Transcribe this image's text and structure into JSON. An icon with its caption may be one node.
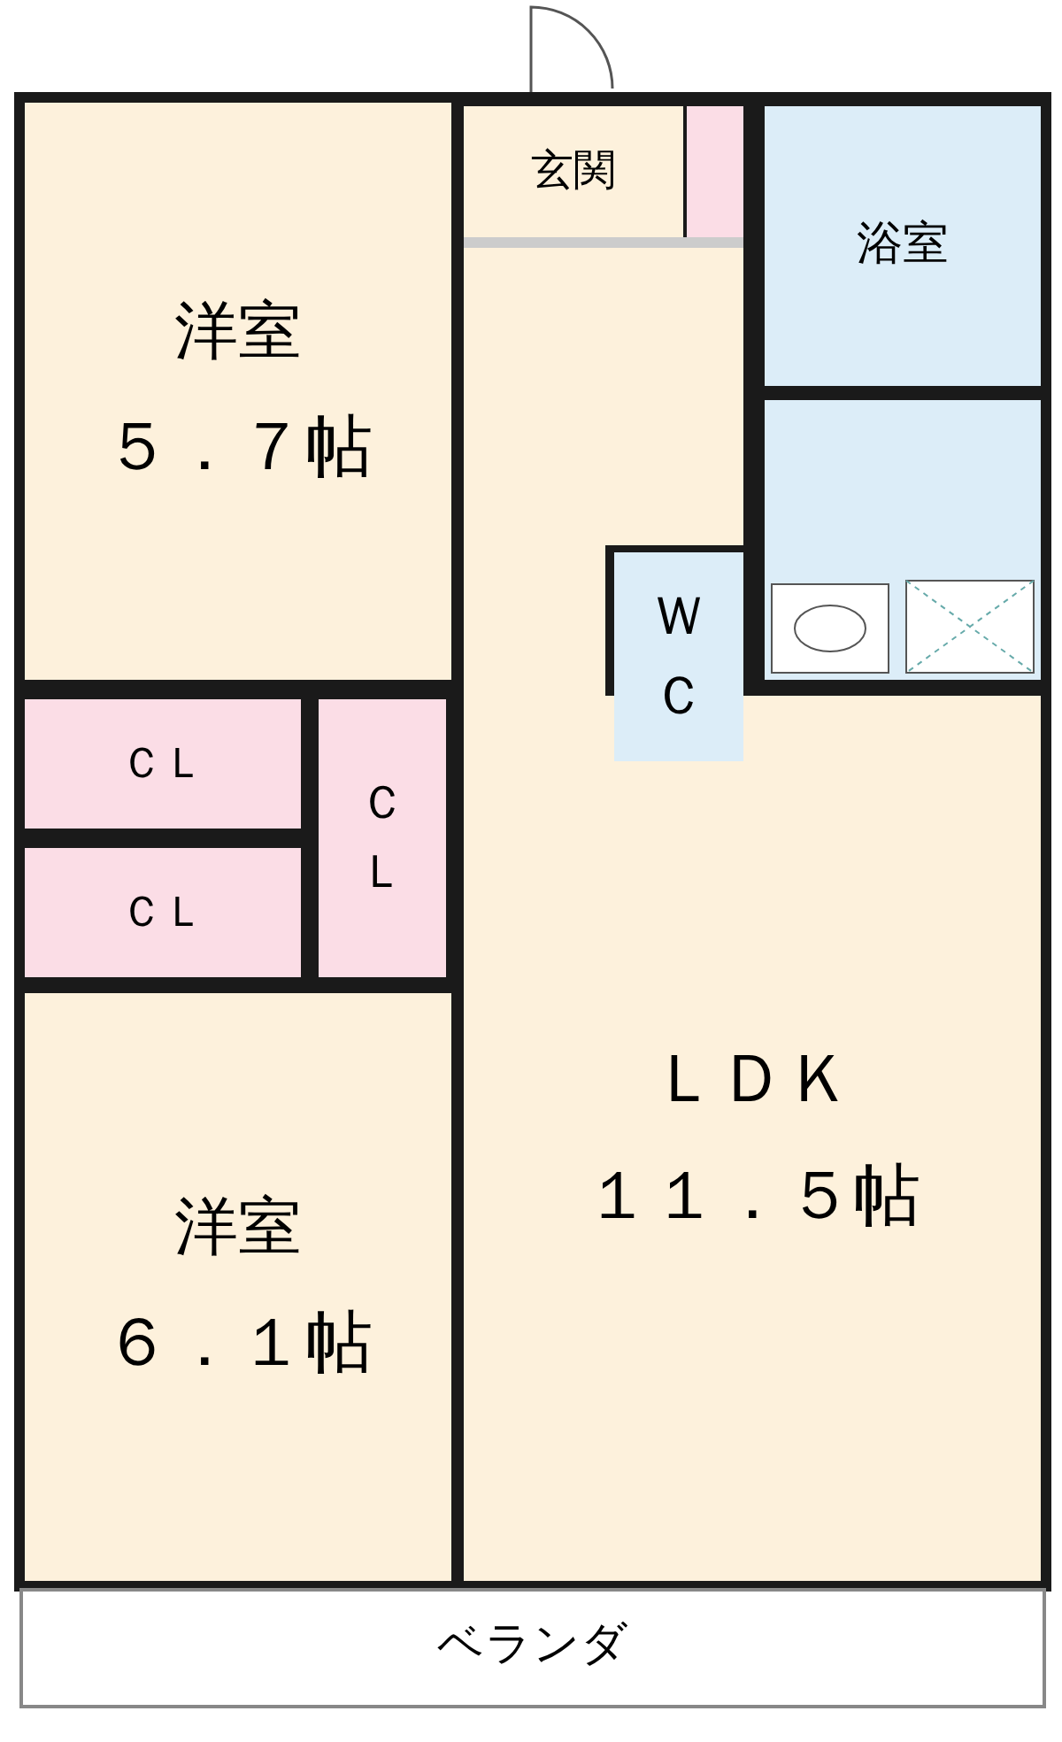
{
  "diagram": {
    "nodes": [
      {
        "text": [
          "洋室",
          "５．７帖"
        ]
      },
      {
        "text": [
          "玄関"
        ]
      },
      {
        "text": [
          "浴室"
        ]
      },
      {
        "text": [
          "ＷＣ"
        ]
      },
      {
        "text": [
          "ＣＬ"
        ]
      },
      {
        "text": [
          "ＣＬ"
        ]
      },
      {
        "text": [
          "ＣＬ"
        ]
      },
      {
        "text": [
          "洋室",
          "６．１帖"
        ]
      },
      {
        "text": [
          "ＬＤＫ",
          "１１．５帖"
        ]
      },
      {
        "text": [
          "ベランダ"
        ]
      }
    ]
  }
}
